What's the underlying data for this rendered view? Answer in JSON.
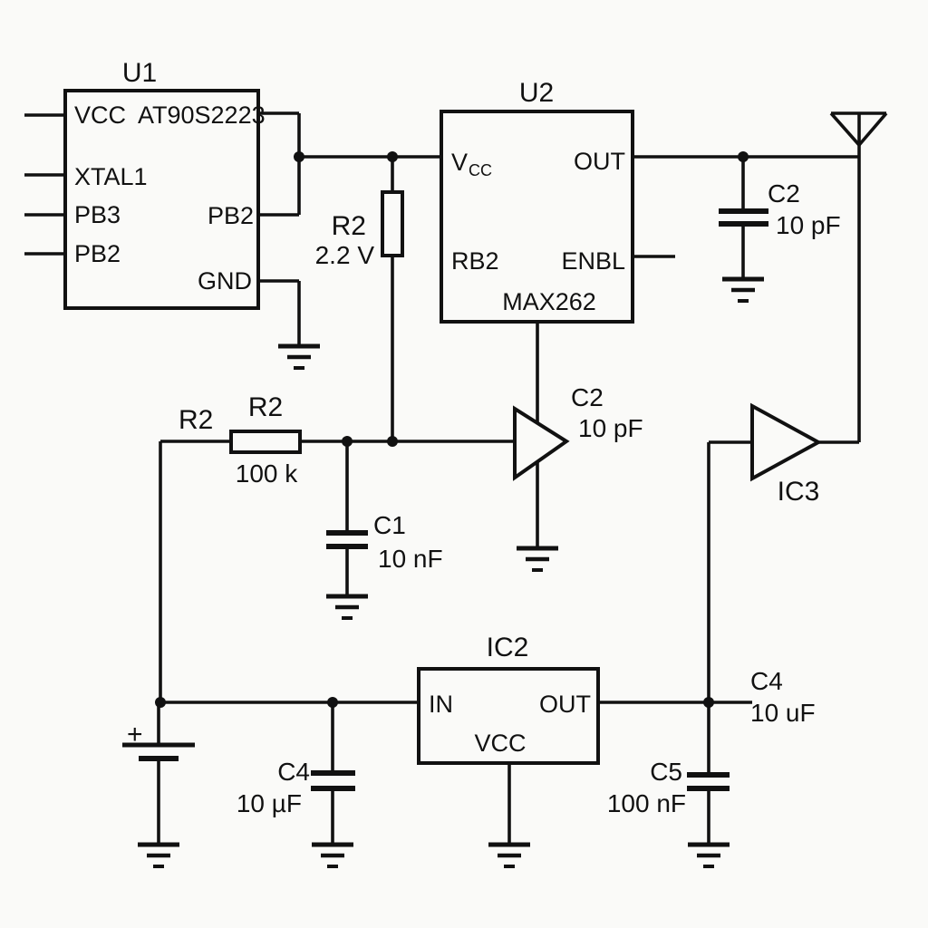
{
  "colors": {
    "wire": "#111111",
    "background": "#fafaf8"
  },
  "components": {
    "u1": {
      "ref": "U1",
      "part": "AT90S2223",
      "pin_vcc": "VCC",
      "pin_xtal1": "XTAL1",
      "pin_pb3": "PB3",
      "pin_pb2_left": "PB2",
      "pin_pb2_right": "PB2",
      "pin_gnd": "GND"
    },
    "u2": {
      "ref": "U2",
      "part": "MAX262",
      "pin_vcc_base": "V",
      "pin_vcc_sub": "CC",
      "pin_out": "OUT",
      "pin_rb2": "RB2",
      "pin_enbl": "ENBL"
    },
    "r2_pullup": {
      "ref": "R2",
      "value": "2.2 V"
    },
    "r2_series": {
      "ref": "R2",
      "value": "100 k"
    },
    "r2_net_label": "R2",
    "c1": {
      "ref": "C1",
      "value": "10 nF"
    },
    "c2_rf": {
      "ref": "C2",
      "value": "10 pF"
    },
    "c2_buffer": {
      "ref": "C2",
      "value": "10 pF"
    },
    "buffer_ic3": {
      "ref": "IC3"
    },
    "ic2": {
      "ref": "IC2",
      "pin_in": "IN",
      "pin_out": "OUT",
      "pin_vcc": "VCC"
    },
    "battery": {
      "polarity": "+"
    },
    "c4_input": {
      "ref": "C4",
      "value": "10 µF"
    },
    "c5": {
      "ref": "C5",
      "value": "100 nF"
    },
    "c4_output": {
      "ref": "C4",
      "value": "10 uF"
    }
  }
}
